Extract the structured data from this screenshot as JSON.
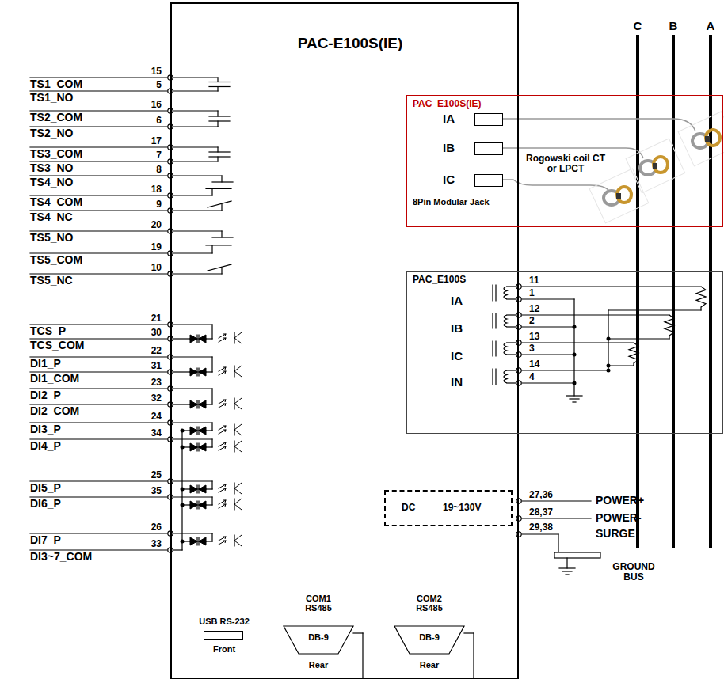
{
  "diagram": {
    "nodes": [
      {
        "text": [
          "PAC-E100S(IE)"
        ]
      },
      {
        "text": [
          "PAC_E100S(IE)",
          "Rogowski coil CT or LPCT",
          "8Pin Modular Jack"
        ]
      },
      {
        "text": [
          "IA"
        ],
        "in": 1
      },
      {
        "text": [
          "IB"
        ],
        "in": 1
      },
      {
        "text": [
          "IC"
        ],
        "in": 1
      },
      {
        "text": [
          "PAC_E100S",
          "IA",
          "IB",
          "IC",
          "IN"
        ]
      },
      {
        "text": [
          "DC",
          "19~130V"
        ],
        "in": 0
      },
      {
        "text": [
          "USB RS-232",
          "Front"
        ],
        "in": 0
      },
      {
        "text": [
          "COM1 RS485",
          "DB-9",
          "Rear"
        ],
        "in": 0
      },
      {
        "text": [
          "COM2 RS485",
          "DB-9",
          "Rear"
        ],
        "in": 0
      }
    ],
    "labels": [
      "TS1_COM",
      "TS1_NO",
      "TS2_COM",
      "TS2_NO",
      "TS3_COM",
      "TS3_NO",
      "TS4_NO",
      "TS4_COM",
      "TS4_NC",
      "TS5_NO",
      "TS5_COM",
      "TS5_NC",
      "TCS_P",
      "TCS_COM",
      "DI1_P",
      "DI1_COM",
      "DI2_P",
      "DI2_COM",
      "DI3_P",
      "DI4_P",
      "DI5_P",
      "DI6_P",
      "DI7_P",
      "DI3~7_COM",
      "15",
      "5",
      "16",
      "6",
      "17",
      "7",
      "8",
      "18",
      "9",
      "20",
      "19",
      "10",
      "21",
      "30",
      "22",
      "31",
      "23",
      "32",
      "24",
      "34",
      "25",
      "35",
      "26",
      "33",
      "C",
      "B",
      "A",
      "11",
      "1",
      "12",
      "2",
      "13",
      "3",
      "14",
      "4",
      "27,36",
      "POWER+",
      "28,37",
      "POWER-",
      "29,38",
      "SURGE",
      "GROUND BUS"
    ]
  }
}
